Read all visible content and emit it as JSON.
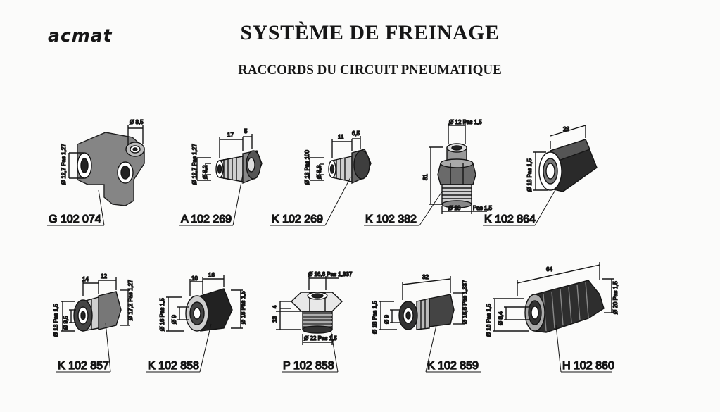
{
  "header": {
    "logo": "acmat",
    "title": "SYSTÈME DE FREINAGE",
    "subtitle": "RACCORDS DU CIRCUIT PNEUMATIQUE"
  },
  "parts": [
    {
      "ref": "G 102 074",
      "dims": [
        "Ø 8,5",
        "Ø 12,7 Pas 1,27"
      ]
    },
    {
      "ref": "A 102 269",
      "dims": [
        "17",
        "5",
        "Ø 12,7 Pas 1,27",
        "Ø 8,2"
      ]
    },
    {
      "ref": "K 102 269",
      "dims": [
        "11",
        "6,5",
        "Ø 13 Pas 100",
        "Ø 8,8"
      ]
    },
    {
      "ref": "K 102 382",
      "dims": [
        "Ø 12 Pas 1,5",
        "31",
        "Ø 18",
        "Pas 1,5"
      ]
    },
    {
      "ref": "K 102 864",
      "dims": [
        "28",
        "Ø 18 Pas 1,5"
      ]
    },
    {
      "ref": "K 102 857",
      "dims": [
        "14",
        "12",
        "Ø 17,2 Pas 1,27",
        "Ø 18 Pas 1,5",
        "Ø 9,5"
      ]
    },
    {
      "ref": "K 102 858",
      "dims": [
        "10",
        "16",
        "Ø 16 Pas 1,5",
        "Ø 9",
        "Ø 18 Pas 1,5"
      ]
    },
    {
      "ref": "P 102 858",
      "dims": [
        "Ø 16,6 Pas 1,337",
        "4",
        "13",
        "Ø 22 Pas 1,5"
      ]
    },
    {
      "ref": "K 102 859",
      "dims": [
        "32",
        "Ø 16,6 Pas 1,337",
        "Ø 18 Pas 1,5",
        "Ø 9"
      ]
    },
    {
      "ref": "H 102 860",
      "dims": [
        "64",
        "Ø 16 Pas 1,5",
        "Ø 8,4",
        "Ø 20 Pas 1,5"
      ]
    }
  ]
}
